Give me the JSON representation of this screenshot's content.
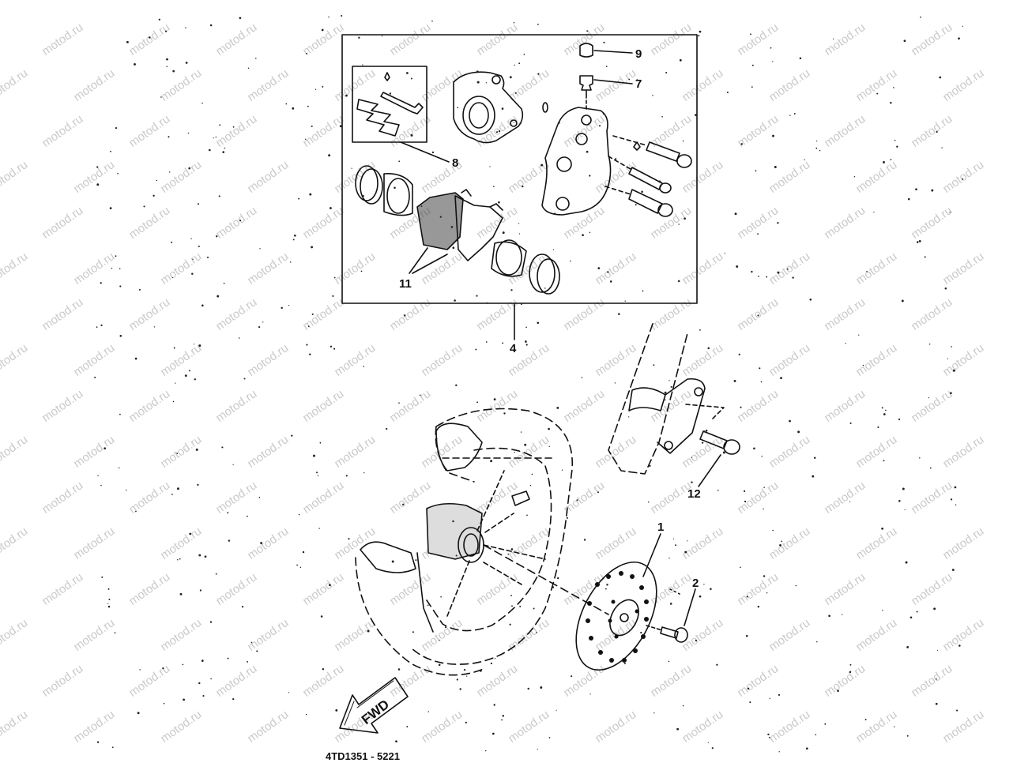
{
  "callouts": {
    "part_1": "1",
    "part_2": "2",
    "part_4": "4",
    "part_7": "7",
    "part_8": "8",
    "part_9": "9",
    "part_11": "11",
    "part_12": "12"
  },
  "direction_label": "FWD",
  "diagram_code": "4TD1351 - 5221",
  "watermark_text": "motod.ru",
  "colors": {
    "ink": "#111111",
    "watermark": "#b8b8b8",
    "background": "#ffffff"
  }
}
